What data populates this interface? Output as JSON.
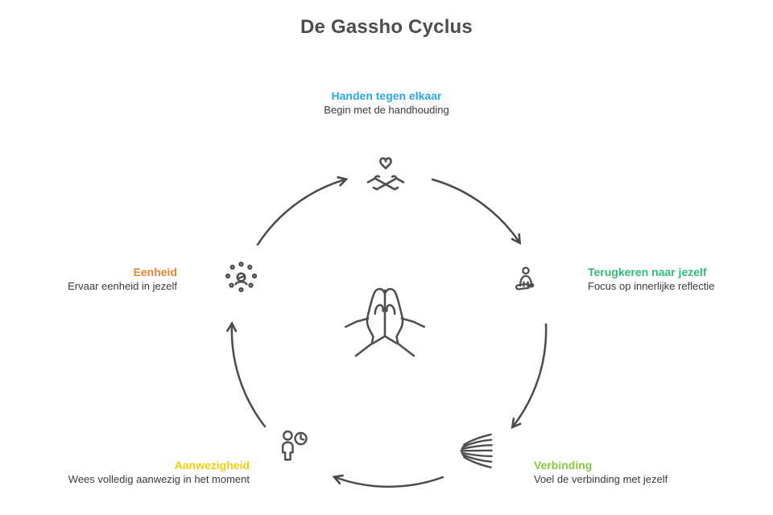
{
  "title": "De Gassho Cyclus",
  "flow_direction": "clockwise",
  "center": {
    "icon": "praying-hands-icon"
  },
  "stages": [
    {
      "label": "Handen tegen elkaar",
      "description": "Begin met de handhouding",
      "color": "#29A9E1",
      "icon": "hands-heart-icon",
      "position": "top"
    },
    {
      "label": "Terugkeren naar jezelf",
      "description": "Focus op innerlijke reflectie",
      "color": "#2EBD76",
      "icon": "meditation-icon",
      "position": "right"
    },
    {
      "label": "Verbinding",
      "description": "Voel de verbinding met jezelf",
      "color": "#8CC63F",
      "icon": "flow-lines-icon",
      "position": "bottom-right"
    },
    {
      "label": "Aanwezigheid",
      "description": "Wees volledig aanwezig in het moment",
      "color": "#EDD10E",
      "icon": "person-clock-icon",
      "position": "bottom-left"
    },
    {
      "label": "Eenheid",
      "description": "Ervaar eenheid in jezelf",
      "color": "#E8862D",
      "icon": "person-dots-icon",
      "position": "left"
    }
  ],
  "colors": {
    "title_text": "#4d4d4d",
    "body_text": "#3b3b3b",
    "line_art": "#4f4f4f"
  }
}
